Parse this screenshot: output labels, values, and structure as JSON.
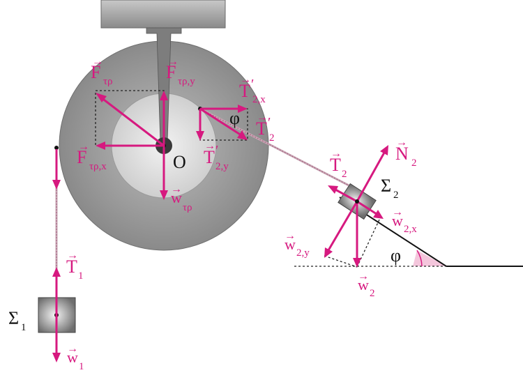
{
  "colors": {
    "force": "#d6197f",
    "disk_outer": "#8c8c8c",
    "disk_inner": "#d9d9d9",
    "mount": "#9a9a9a",
    "angle_fill": "#f4c6dc",
    "text_dark": "#111111"
  },
  "labels": {
    "pivot": "O",
    "mass1": "Σ",
    "mass1_sub": "1",
    "mass2": "Σ",
    "mass2_sub": "2",
    "angle_top": "φ",
    "angle_incline": "φ",
    "F_tr": "F",
    "F_tr_sub": "τρ",
    "F_tr_y": "F",
    "F_tr_y_sub": "τρ,y",
    "F_tr_x": "F",
    "F_tr_x_sub": "τρ,x",
    "w_tr": "w",
    "w_tr_sub": "τρ",
    "T2x": "T",
    "T2x_sub": "2,x",
    "T2p": "T",
    "T2p_sub": "2",
    "T2y": "T",
    "T2y_sub": "2,y",
    "T2": "T",
    "T2_sub": "2",
    "N2": "N",
    "N2_sub": "2",
    "w2x": "w",
    "w2x_sub": "2,x",
    "w2y": "w",
    "w2y_sub": "2,y",
    "w2": "w",
    "w2_sub": "2",
    "T1": "T",
    "T1_sub": "1",
    "w1": "w",
    "w1_sub": "1"
  }
}
